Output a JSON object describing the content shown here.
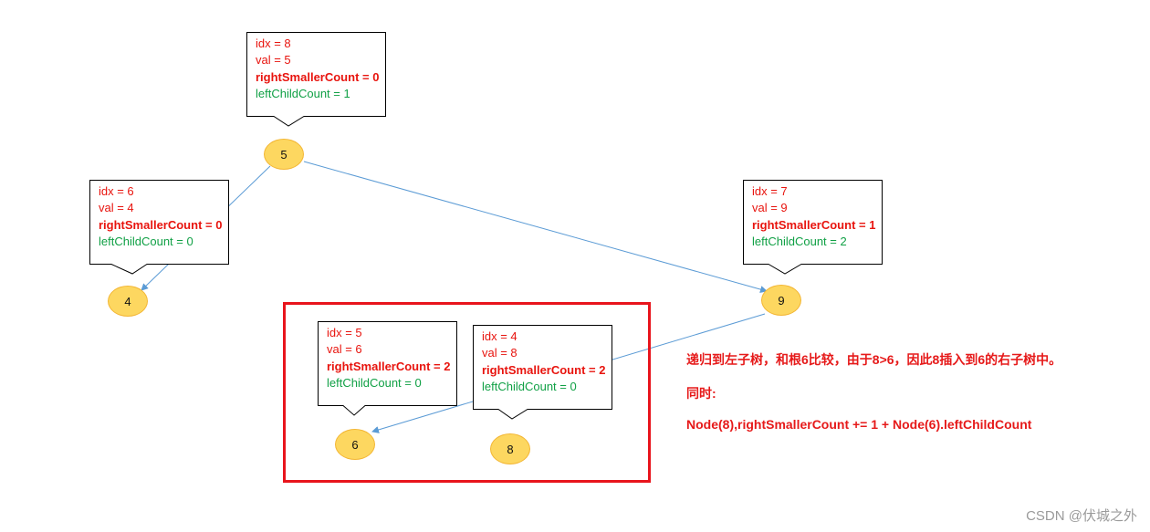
{
  "callouts": [
    {
      "id": "c8",
      "idx": "idx = 8",
      "val": "val = 5",
      "rsc": "rightSmallerCount = 0",
      "lcc": "leftChildCount = 1"
    },
    {
      "id": "c6",
      "idx": "idx = 6",
      "val": "val = 4",
      "rsc": "rightSmallerCount = 0",
      "lcc": "leftChildCount = 0"
    },
    {
      "id": "c7",
      "idx": "idx = 7",
      "val": "val = 9",
      "rsc": "rightSmallerCount = 1",
      "lcc": "leftChildCount = 2"
    },
    {
      "id": "c5",
      "idx": "idx = 5",
      "val": "val = 6",
      "rsc": "rightSmallerCount = 2",
      "lcc": "leftChildCount = 0"
    },
    {
      "id": "c4",
      "idx": "idx = 4",
      "val": "val = 8",
      "rsc": "rightSmallerCount = 2",
      "lcc": "leftChildCount = 0"
    }
  ],
  "nodes": [
    {
      "label": "5"
    },
    {
      "label": "4"
    },
    {
      "label": "9"
    },
    {
      "label": "6"
    },
    {
      "label": "8"
    }
  ],
  "notes": {
    "line1": "递归到左子树，和根6比较，由于8>6，因此8插入到6的右子树中。",
    "line2": "同时:",
    "line3": "Node(8),rightSmallerCount += 1 + Node(6).leftChildCount"
  },
  "colors": {
    "node_fill": "#fdd760",
    "edge": "#5b9bd5",
    "highlight": "#e8141c",
    "text_red": "#e8140e",
    "text_green": "#10a045"
  },
  "watermark": "CSDN @伏城之外"
}
